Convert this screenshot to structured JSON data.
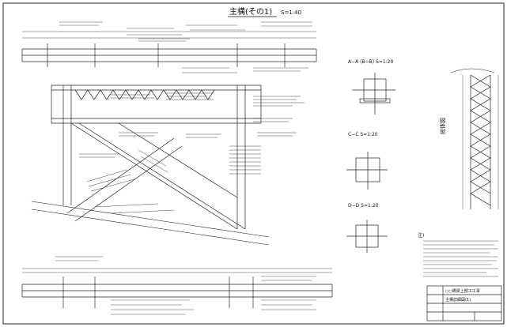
{
  "drawing": {
    "title": "主構(その1)",
    "scale": "S=1:40"
  },
  "sections": {
    "aa": "A−A (B−B) S=1:20",
    "cc": "C−C S=1:20",
    "dd": "D−D S=1:20"
  },
  "side_label": "総体図",
  "notes_heading": "注)",
  "title_block": {
    "line1": "○○橋梁上部工工事",
    "line2": "主構詳細図(1)"
  }
}
